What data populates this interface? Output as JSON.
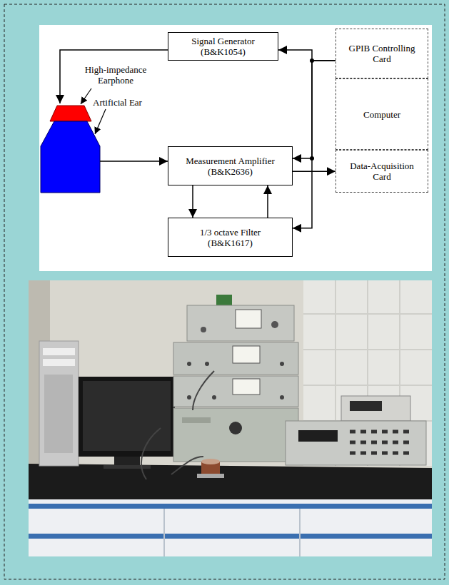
{
  "diagram": {
    "nodes": [
      {
        "text": [
          "Signal Generator (B&K1054)"
        ]
      },
      {
        "text": [
          "GPIB Controlling Card"
        ]
      },
      {
        "text": [
          "Computer"
        ]
      },
      {
        "text": [
          "Data-Acquisition Card"
        ]
      },
      {
        "text": [
          "Measurement Amplifier (B&K2636)"
        ]
      },
      {
        "text": [
          "1/3 octave Filter (B&K1617)"
        ]
      }
    ],
    "edges": [
      {
        "from": 1,
        "to": 0,
        "arrow": "to"
      },
      {
        "from": 1,
        "to": 4,
        "arrow": "to"
      },
      {
        "from": 1,
        "to": 5,
        "arrow": "to"
      },
      {
        "from": 4,
        "to": 3,
        "arrow": "to"
      },
      {
        "from": 4,
        "to": 5,
        "arrow": "to"
      },
      {
        "from": 5,
        "to": 4,
        "arrow": "to"
      }
    ],
    "labels": [
      "High-impedance Earphone",
      "Artificial Ear"
    ]
  }
}
